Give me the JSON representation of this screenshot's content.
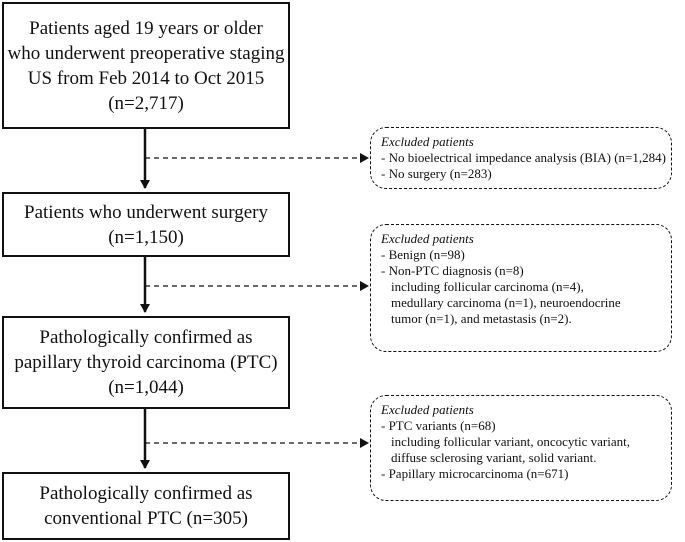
{
  "boxes": {
    "box1": {
      "lines": [
        "Patients aged 19 years or older",
        "who underwent preoperative staging",
        "US from Feb 2014 to Oct 2015",
        "(n=2,717)"
      ]
    },
    "box2": {
      "lines": [
        "Patients who underwent surgery",
        "(n=1,150)"
      ]
    },
    "box3": {
      "lines": [
        "Pathologically confirmed as",
        "papillary thyroid carcinoma (PTC)",
        "(n=1,044)"
      ]
    },
    "box4": {
      "lines": [
        "Pathologically confirmed as",
        "conventional PTC  (n=305)"
      ]
    }
  },
  "exclusions": {
    "excl1": {
      "title": "Excluded patients",
      "lines": [
        "- No bioelectrical impedance analysis (BIA) (n=1,284)",
        "- No surgery (n=283)"
      ]
    },
    "excl2": {
      "title": "Excluded patients",
      "lines": [
        "- Benign (n=98)",
        "- Non-PTC diagnosis (n=8)"
      ],
      "sub_lines": [
        "including follicular carcinoma (n=4),",
        "medullary carcinoma (n=1), neuroendocrine",
        "tumor (n=1), and metastasis (n=2)."
      ]
    },
    "excl3": {
      "title": "Excluded patients",
      "lines": [
        "- PTC variants (n=68)"
      ],
      "sub_lines": [
        "including follicular variant, oncocytic variant,",
        "diffuse sclerosing variant, solid variant."
      ],
      "lines_after": [
        "- Papillary microcarcinoma (n=671)"
      ]
    }
  }
}
